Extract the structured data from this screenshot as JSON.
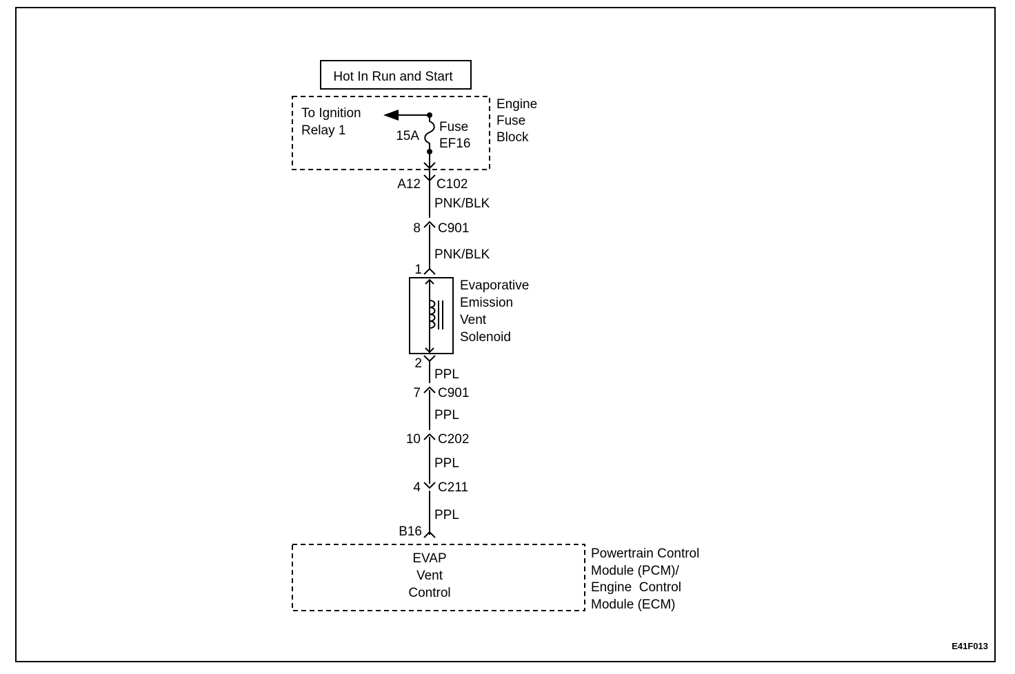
{
  "power_label": "Hot In Run and Start",
  "fuse_block": {
    "name": [
      "Engine",
      "Fuse",
      "Block"
    ],
    "feed": [
      "To Ignition",
      "Relay 1"
    ],
    "fuse_rating": "15A",
    "fuse_name": [
      "Fuse",
      "EF16"
    ]
  },
  "circuit": [
    {
      "pin": "A12",
      "connector": "C102"
    },
    {
      "wire": "PNK/BLK"
    },
    {
      "pin": "8",
      "connector": "C901"
    },
    {
      "wire": "PNK/BLK"
    },
    {
      "pin": "1",
      "connector": ""
    },
    {
      "component": "Evaporative Emission Vent Solenoid"
    },
    {
      "pin": "2",
      "connector": ""
    },
    {
      "wire": "PPL"
    },
    {
      "pin": "7",
      "connector": "C901"
    },
    {
      "wire": "PPL"
    },
    {
      "pin": "10",
      "connector": "C202"
    },
    {
      "wire": "PPL"
    },
    {
      "pin": "4",
      "connector": "C211"
    },
    {
      "wire": "PPL"
    },
    {
      "pin": "B16",
      "connector": ""
    }
  ],
  "solenoid": {
    "name": [
      "Evaporative",
      "Emission",
      "Vent",
      "Solenoid"
    ]
  },
  "module": {
    "function": [
      "EVAP",
      "Vent",
      "Control"
    ],
    "name": [
      "Powertrain Control",
      "Module (PCM)/",
      "Engine  Control",
      "Module (ECM)"
    ]
  },
  "figure_code": "E41F013"
}
